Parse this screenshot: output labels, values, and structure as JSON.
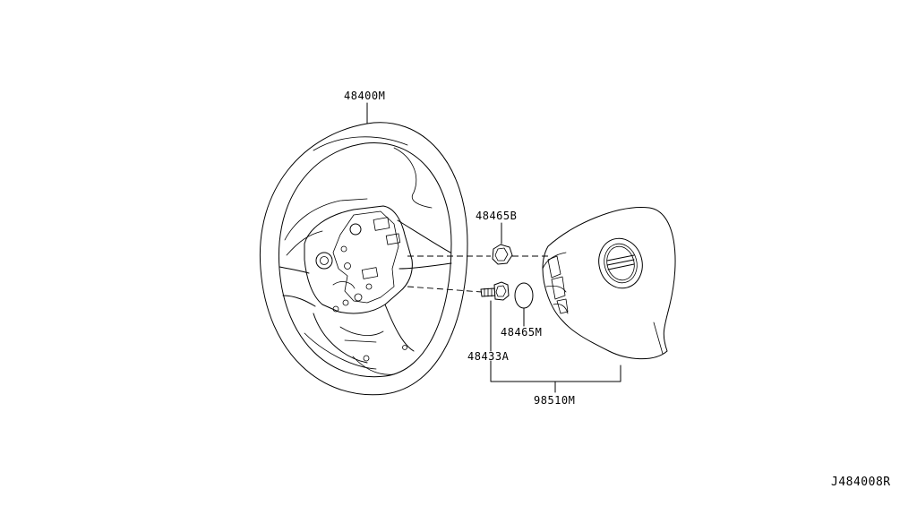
{
  "parts": {
    "steering_wheel": "48400M",
    "nut": "48465B",
    "bolt": "48433A",
    "washer": "48465M",
    "airbag_module": "98510M"
  },
  "diagram_code": "J484008R"
}
